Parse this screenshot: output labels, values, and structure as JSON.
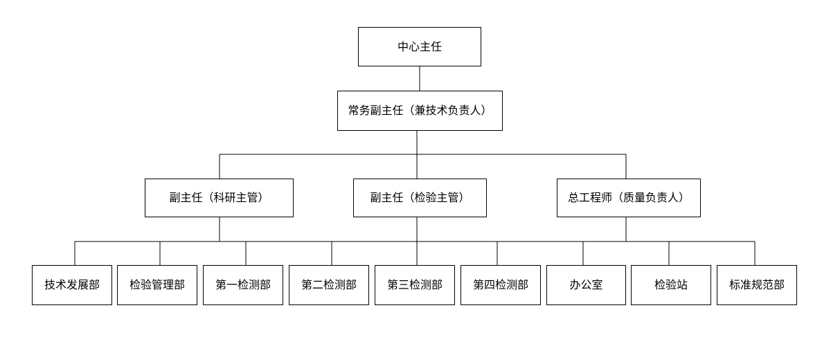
{
  "org": {
    "director": "中心主任",
    "executive_deputy": "常务副主任（兼技术负责人）",
    "deputies": [
      "副主任（科研主管）",
      "副主任（检验主管）",
      "总工程师（质量负责人）"
    ],
    "departments": [
      "技术发展部",
      "检验管理部",
      "第一检测部",
      "第二检测部",
      "第三检测部",
      "第四检测部",
      "办公室",
      "检验站",
      "标准规范部"
    ]
  }
}
